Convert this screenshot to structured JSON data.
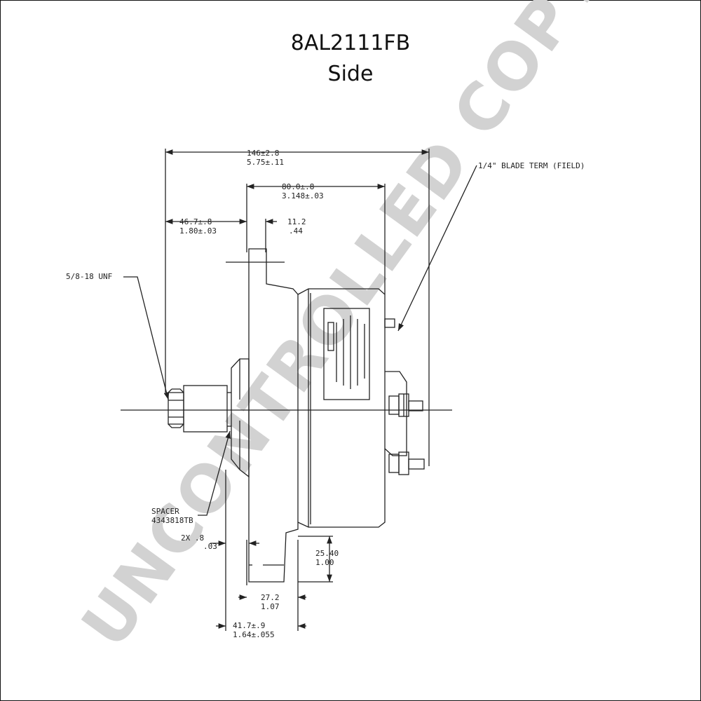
{
  "title": "8AL2111FB",
  "view": "Side",
  "watermark": "UNCONTROLLED COPY",
  "dimensions": {
    "overall_length": {
      "mm": "146±2.8",
      "in": "5.75±.11"
    },
    "housing_length": {
      "mm": "80.0±.8",
      "in": "3.148±.03"
    },
    "shaft_to_mount": {
      "mm": "46.7±.8",
      "in": "1.80±.03"
    },
    "flange_thickness": {
      "mm": "11.2",
      "in": ".44"
    },
    "ear_width": {
      "mm": "25.40",
      "in": "1.00"
    },
    "ear_offset": {
      "mm": "27.2",
      "in": "1.07"
    },
    "pulley_to_ear": {
      "mm": "41.7±.9",
      "in": "1.64±.055"
    },
    "spacer_gap": {
      "mm": "2X .8",
      "in": ".03"
    }
  },
  "labels": {
    "thread": "5/8-18 UNF",
    "spacer": "SPACER",
    "spacer_part": "4343818TB",
    "blade_term": "1/4\" BLADE TERM (FIELD)"
  }
}
